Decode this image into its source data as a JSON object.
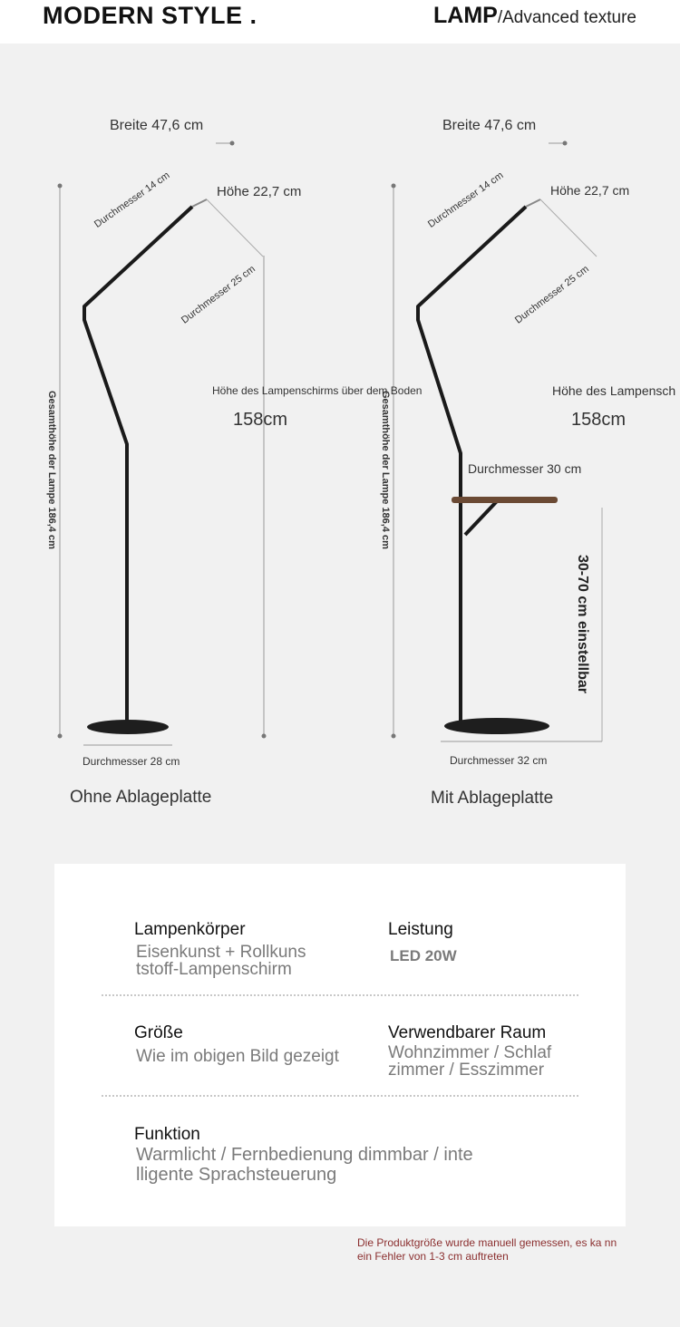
{
  "header": {
    "left": "MODERN STYLE .",
    "right_big": "LAMP",
    "right_small": "/Advanced texture"
  },
  "lamp_left": {
    "width": "Breite 47,6 cm",
    "head_diameter": "Durchmesser 14 cm",
    "head_height": "Höhe 22,7 cm",
    "shade_diameter": "Durchmesser 25 cm",
    "shade_height_label": "Höhe des Lampenschirms über dem Boden",
    "shade_height_value": "158cm",
    "total_height": "Gesamthöhe der Lampe 186,4 cm",
    "base_diameter": "Durchmesser 28 cm",
    "caption": "Ohne Ablageplatte"
  },
  "lamp_right": {
    "width": "Breite 47,6 cm",
    "head_diameter": "Durchmesser 14 cm",
    "head_height": "Höhe 22,7 cm",
    "shade_diameter": "Durchmesser 25 cm",
    "shade_height_label": "Höhe des Lampensch",
    "shade_height_value": "158cm",
    "total_height": "Gesamthöhe der Lampe 186,4 cm",
    "tray_diameter": "Durchmesser 30 cm",
    "adjustable": "30-70 cm einstellbar",
    "base_diameter": "Durchmesser 32 cm",
    "caption": "Mit Ablageplatte"
  },
  "specs": {
    "body_title": "Lampenkörper",
    "body_value_1": "Eisenkunst + Rollkuns",
    "body_value_2": "tstoff-Lampenschirm",
    "power_title": "Leistung",
    "power_value": "LED 20W",
    "size_title": "Größe",
    "size_value": "Wie im obigen Bild gezeigt",
    "room_title": "Verwendbarer Raum",
    "room_value_1": "Wohnzimmer / Schlaf",
    "room_value_2": "zimmer / Esszimmer",
    "function_title": "Funktion",
    "function_value_1": "Warmlicht / Fernbedienung dimmbar / inte",
    "function_value_2": "lligente Sprachsteuerung"
  },
  "note": "Die Produktgröße wurde manuell gemessen, es ka nn ein Fehler von 1-3 cm auftreten",
  "colors": {
    "lamp": "#1a1a1a",
    "tray": "#6b4a34",
    "note": "#8b2f2f",
    "background": "#f1f1f1"
  }
}
